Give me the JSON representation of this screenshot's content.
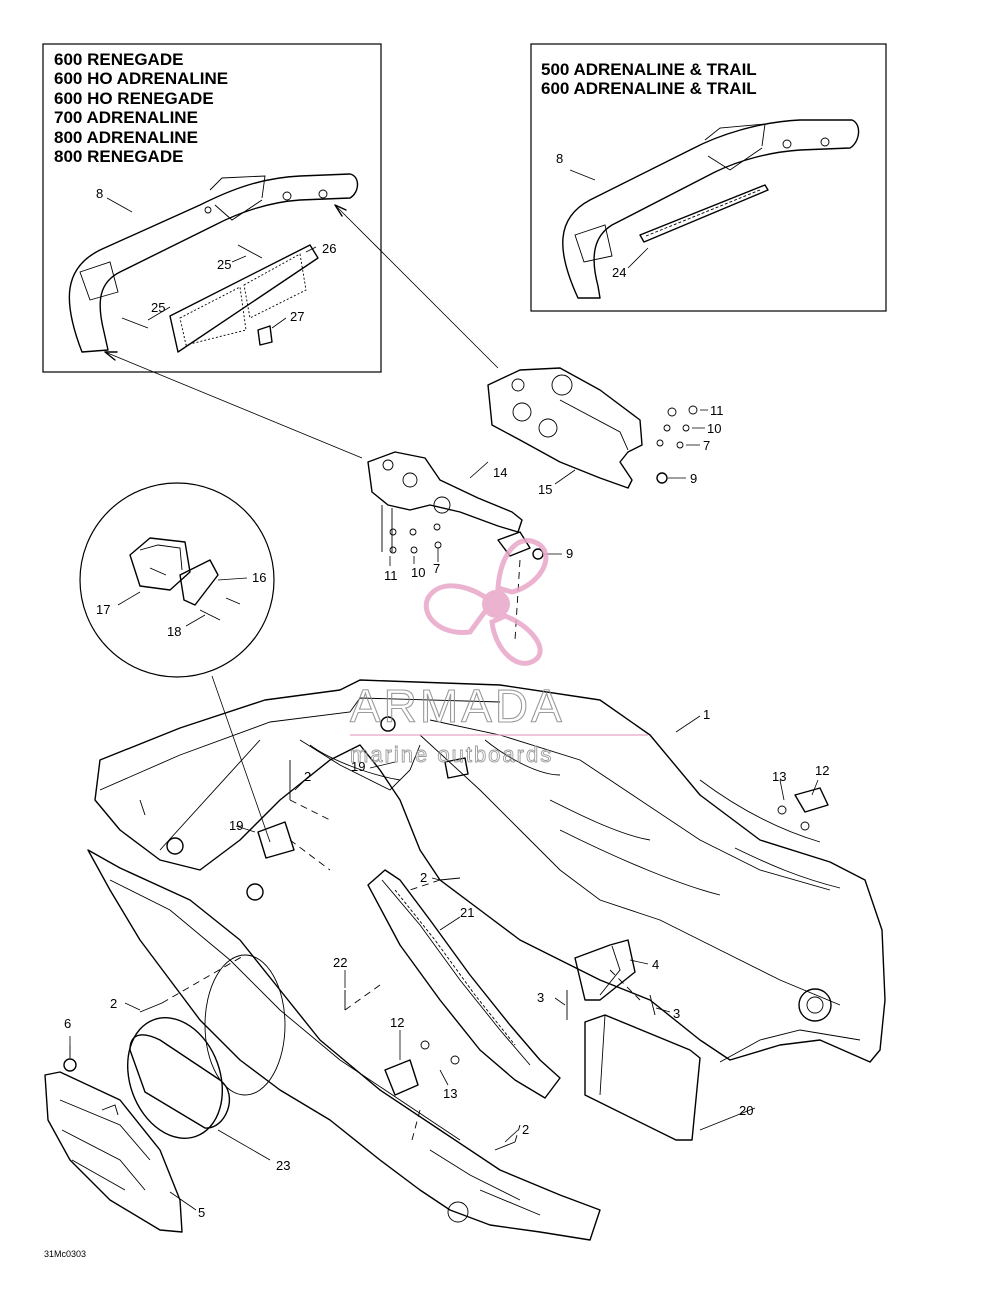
{
  "inset_left": {
    "models": [
      "600 RENEGADE",
      "600 HO ADRENALINE",
      "600 HO RENEGADE",
      "700 ADRENALINE",
      "800 ADRENALINE",
      "800 RENEGADE"
    ]
  },
  "inset_right": {
    "models": [
      "500 ADRENALINE & TRAIL",
      "600 ADRENALINE & TRAIL"
    ]
  },
  "callouts": {
    "l8": "8",
    "l25a": "25",
    "l26": "26",
    "l25b": "25",
    "l27": "27",
    "r8": "8",
    "r24": "24",
    "c14": "14",
    "c15": "15",
    "c11a": "11",
    "c10a": "10",
    "c7a": "7",
    "c9a": "9",
    "c11b": "11",
    "c10b": "10",
    "c7b": "7",
    "c9b": "9",
    "c16": "16",
    "c17": "17",
    "c18": "18",
    "c1": "1",
    "c2a": "2",
    "c19a": "19",
    "c19b": "19",
    "c13a": "13",
    "c12a": "12",
    "c2b": "2",
    "c21": "21",
    "c4": "4",
    "c22": "22",
    "c3a": "3",
    "c3b": "3",
    "c2c": "2",
    "c6": "6",
    "c12b": "12",
    "c13b": "13",
    "c20": "20",
    "c2d": "2",
    "c23": "23",
    "c5": "5"
  },
  "watermark": {
    "brand": "ARMADA",
    "tagline": "marine outboards",
    "color": "#e8a6c8"
  },
  "footer": {
    "code": "31Mc0303"
  }
}
